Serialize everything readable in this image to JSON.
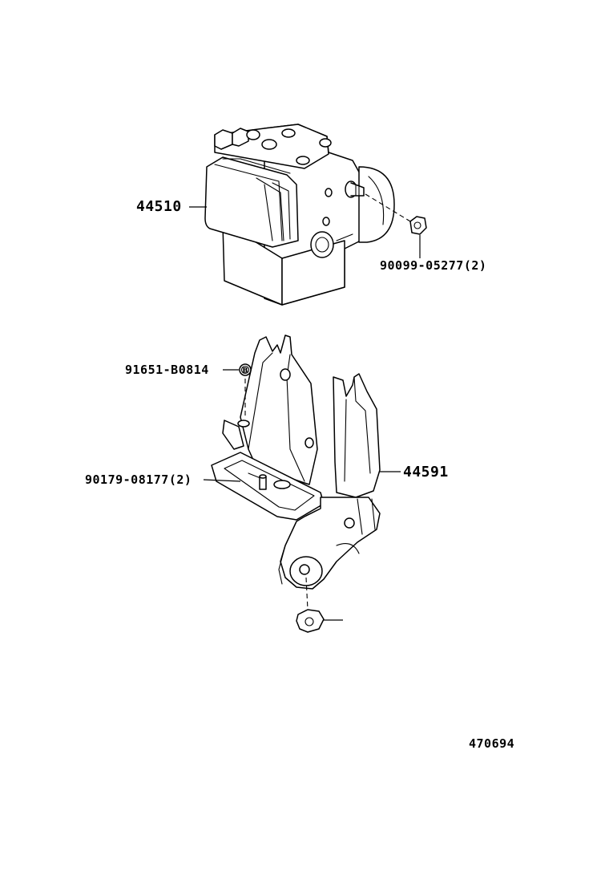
{
  "parts": {
    "abs_actuator": "44510",
    "bolt_nut": "90099-05277(2)",
    "clip": "91651-B0814",
    "clip_symbol": "B",
    "stud_bolt": "90179-08177(2)",
    "bracket": "44591"
  },
  "figure_number": "470694"
}
